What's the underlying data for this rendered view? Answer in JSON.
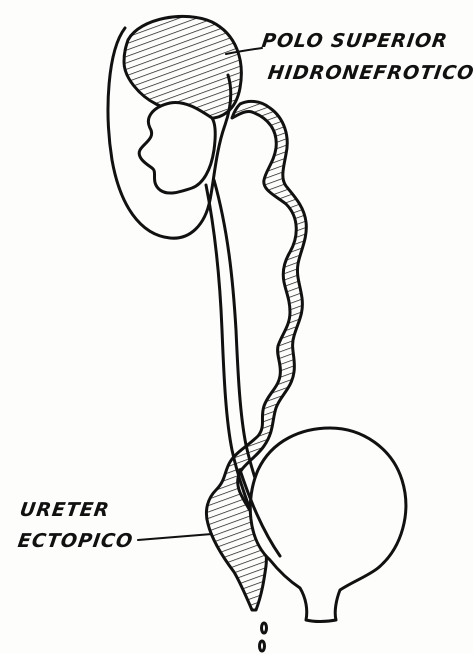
{
  "labels": {
    "upper_line1": "POLO SUPERIOR",
    "upper_line2": "HIDRONEFROTICO",
    "lower_line1": "URETER",
    "lower_line2": "ECTOPICO"
  },
  "colors": {
    "ink": "#111111",
    "paper": "#fdfdfb"
  }
}
